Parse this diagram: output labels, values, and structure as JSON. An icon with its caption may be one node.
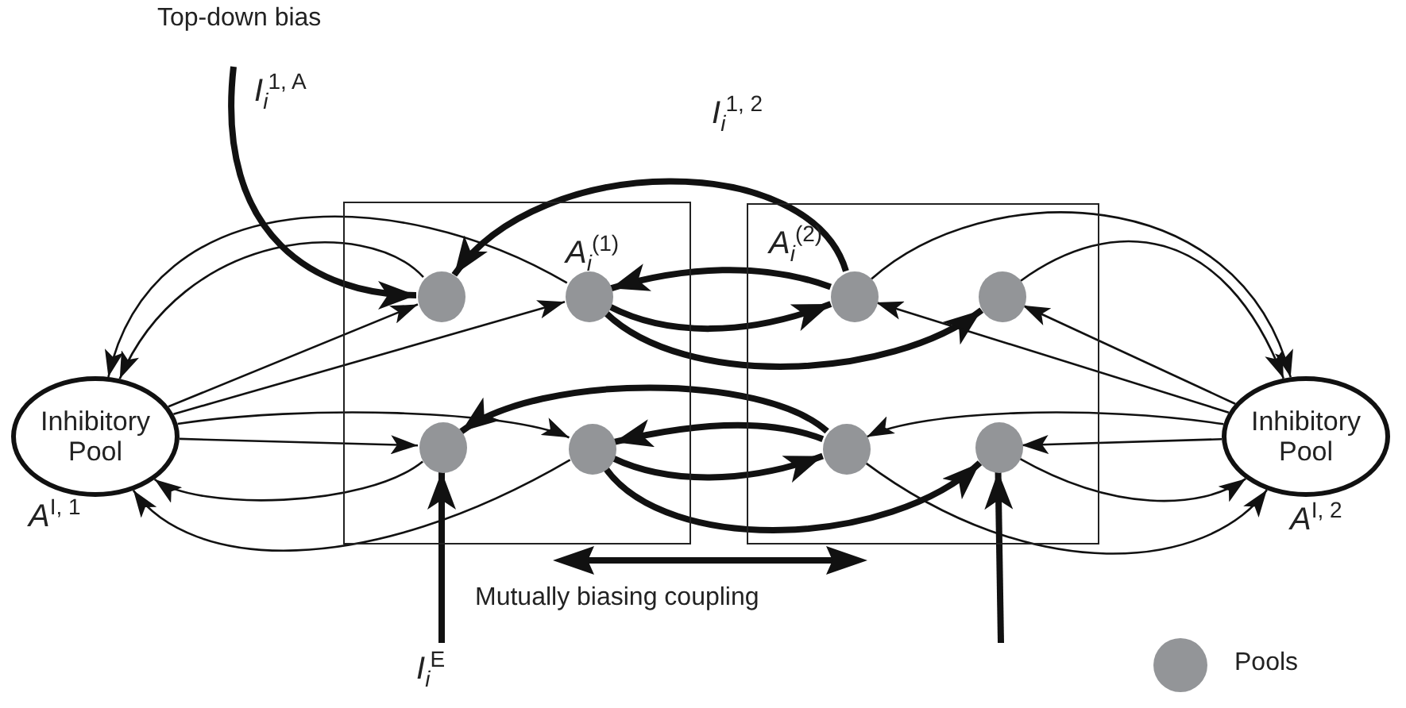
{
  "diagram": {
    "nodes": [
      {
        "text": [
          "Inhibitory Pool"
        ],
        "beside": [
          "*A*$^{I, 1}$"
        ]
      },
      {
        "text": [],
        "shape": "box"
      },
      {
        "text": [],
        "shape": "circle",
        "in": 1
      },
      {
        "text": [],
        "shape": "circle",
        "in": 1,
        "beside": [
          "*A*$_{i}$$^{(1)}$"
        ]
      },
      {
        "text": [],
        "shape": "circle",
        "in": 1
      },
      {
        "text": [],
        "shape": "circle",
        "in": 1
      },
      {
        "text": [],
        "shape": "box"
      },
      {
        "text": [],
        "shape": "circle",
        "in": 6,
        "beside": [
          "*A*$_{i}$$^{(2)}$"
        ]
      },
      {
        "text": [],
        "shape": "circle",
        "in": 6
      },
      {
        "text": [],
        "shape": "circle",
        "in": 6
      },
      {
        "text": [],
        "shape": "circle",
        "in": 6
      },
      {
        "text": [
          "Inhibitory Pool"
        ],
        "beside": [
          "*A*$^{I, 2}$"
        ]
      }
    ],
    "edges": [
      {
        "from": null,
        "to": 2,
        "arrow": "to",
        "style": "thick",
        "label": "*I*$_{i}$$^{1, A}$"
      },
      {
        "from": null,
        "to": 4,
        "arrow": "to",
        "style": "thick",
        "label": "*I*$_{i}$$^{E}$"
      },
      {
        "from": null,
        "to": 10,
        "arrow": "to",
        "style": "thick"
      },
      {
        "from": 7,
        "to": 2,
        "arrow": "to",
        "style": "thick",
        "label": "*I*$_{i}$$^{1, 2}$"
      },
      {
        "from": 7,
        "to": 3,
        "arrow": "to",
        "style": "thick"
      },
      {
        "from": 3,
        "to": 7,
        "arrow": "to",
        "style": "thick"
      },
      {
        "from": 3,
        "to": 8,
        "arrow": "to",
        "style": "thick"
      },
      {
        "from": 9,
        "to": 4,
        "arrow": "to",
        "style": "thick"
      },
      {
        "from": 9,
        "to": 5,
        "arrow": "to",
        "style": "thick"
      },
      {
        "from": 5,
        "to": 9,
        "arrow": "to",
        "style": "thick"
      },
      {
        "from": 5,
        "to": 10,
        "arrow": "to",
        "style": "thick"
      },
      {
        "from": 0,
        "to": 2,
        "arrow": "to"
      },
      {
        "from": 0,
        "to": 3,
        "arrow": "to"
      },
      {
        "from": 0,
        "to": 4,
        "arrow": "to"
      },
      {
        "from": 0,
        "to": 5,
        "arrow": "to"
      },
      {
        "from": 2,
        "to": 0,
        "arrow": "to"
      },
      {
        "from": 3,
        "to": 0,
        "arrow": "to"
      },
      {
        "from": 4,
        "to": 0,
        "arrow": "to"
      },
      {
        "from": 5,
        "to": 0,
        "arrow": "to"
      },
      {
        "from": 11,
        "to": 7,
        "arrow": "to"
      },
      {
        "from": 11,
        "to": 8,
        "arrow": "to"
      },
      {
        "from": 11,
        "to": 9,
        "arrow": "to"
      },
      {
        "from": 11,
        "to": 10,
        "arrow": "to"
      },
      {
        "from": 7,
        "to": 11,
        "arrow": "to"
      },
      {
        "from": 8,
        "to": 11,
        "arrow": "to"
      },
      {
        "from": 9,
        "to": 11,
        "arrow": "to"
      },
      {
        "from": 10,
        "to": 11,
        "arrow": "to"
      }
    ],
    "labels": [
      "Top-down bias",
      "Mutually biasing coupling"
    ],
    "legend": [
      {
        "text": "Pools"
      }
    ]
  }
}
